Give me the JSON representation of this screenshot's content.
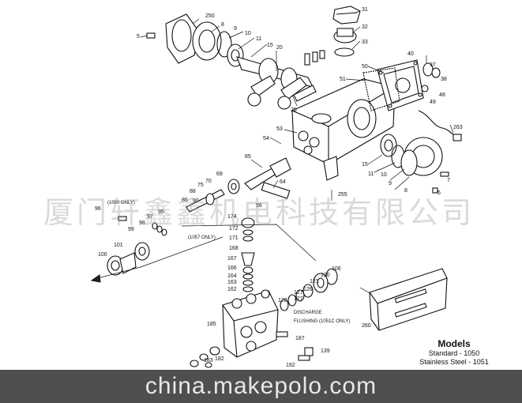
{
  "part_labels": {
    "p250": "250",
    "p8": "8",
    "p9": "9",
    "p10": "10",
    "p11": "11",
    "p15": "15",
    "p5": "5",
    "p20": "20",
    "p25": "25",
    "p31": "31",
    "p32": "32",
    "p33": "33",
    "p40": "40",
    "p37": "37",
    "p38": "38",
    "p48": "48",
    "p49": "49",
    "p50": "50",
    "p51": "51",
    "p53": "53",
    "p54": "54",
    "p263": "263",
    "p65": "65",
    "p64": "64",
    "p69": "69",
    "p70": "70",
    "p75": "75",
    "p88": "88",
    "p90": "90",
    "p86": "86",
    "p95": "95",
    "p96": "96",
    "p97": "97",
    "p98": "98",
    "p99": "99",
    "p100": "100",
    "p101": "101",
    "p174": "174",
    "p172": "172",
    "p171": "171",
    "p168": "168",
    "p167": "167",
    "p166": "166",
    "p164": "164",
    "p163": "163",
    "p162": "162",
    "p106": "106",
    "p120": "120",
    "p121": "121",
    "p126": "126",
    "p127": "127",
    "p128": "128",
    "p185": "185",
    "p187": "187",
    "p139": "139",
    "p192": "192",
    "p182": "182",
    "p183": "183",
    "p260": "260",
    "p255": "255",
    "p56": "56",
    "p15b": "15",
    "p10b": "10",
    "p9b": "9",
    "p8b": "8",
    "p7": "7"
  },
  "notes": {
    "only_1050": "(1050 ONLY)",
    "only_1057": "(1057 ONLY)",
    "discharge": "DISCHARGE",
    "flushing": "FLUSHING (1051C ONLY)"
  },
  "models": {
    "title": "Models",
    "standard": "Standard - 1050",
    "stainless": "Stainless Steel - 1051"
  },
  "watermark": {
    "company_cn": "厦门轩鑫鑫机电科技有限公司",
    "site": "china.makepolo.com"
  }
}
